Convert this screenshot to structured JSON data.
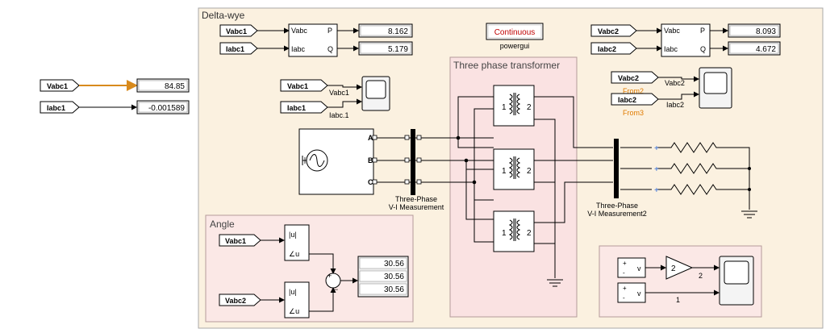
{
  "subsystems": {
    "delta_wye": "Delta-wye",
    "transformer": "Three phase transformer",
    "angle": "Angle"
  },
  "tags": {
    "vabc1": "Vabc1",
    "iabc1": "Iabc1",
    "vabc2": "Vabc2",
    "iabc2": "Iabc2"
  },
  "tag_captions": {
    "from2": "From2",
    "from3": "From3"
  },
  "displays": {
    "left_v": "84.85",
    "left_i": "-0.001589",
    "pq1_p": "8.162",
    "pq1_q": "5.179",
    "pq2_p": "8.093",
    "pq2_q": "4.672",
    "angle_1": "30.56",
    "angle_2": "30.56",
    "angle_3": "30.56"
  },
  "power_block": {
    "in_v": "Vabc",
    "in_i": "Iabc",
    "out_p": "P",
    "out_q": "Q"
  },
  "powergui": {
    "mode": "Continuous",
    "name": "powergui"
  },
  "scope_inputs": {
    "vabc1": "Vabc1",
    "iabc1": "Iabc.1",
    "vabc2": "Vabc2",
    "iabc2": "Iabc2"
  },
  "source_ports": {
    "a": "A",
    "b": "B",
    "c": "C"
  },
  "measurement1": {
    "line1": "Three-Phase",
    "line2": "V-I Measurement"
  },
  "measurement2": {
    "line1": "Three-Phase",
    "line2": "V-I Measurement2"
  },
  "winding_labels": {
    "primary": "1",
    "secondary": "2"
  },
  "angle_blocks": {
    "abs": "|u|",
    "arg": "∠u",
    "plus": "+",
    "minus": "−"
  },
  "voltmeter": {
    "plus": "+",
    "minus": "-",
    "v": "v"
  },
  "gain": "2",
  "scope_port_labels": {
    "upper": "2",
    "lower": "1"
  },
  "colors": {
    "subsystem_fill": "#fbf1e0",
    "angle_fill": "#fbe8e6",
    "transformer_fill": "#fae2e2",
    "highlight_wire": "#d88a1c",
    "caption_orange": "#e07b00",
    "port_blue": "#1f5fd6",
    "powergui_red": "#c00000"
  }
}
